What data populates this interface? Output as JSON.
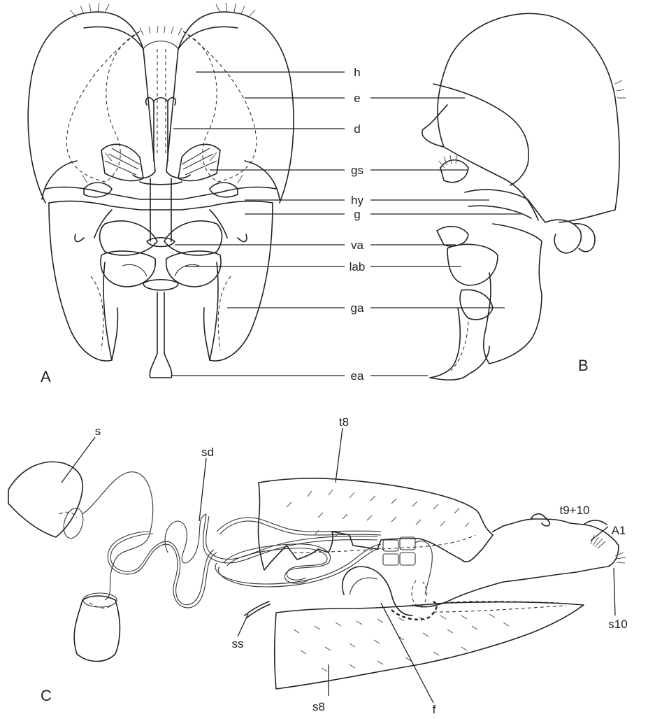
{
  "panels": {
    "a": "A",
    "b": "B",
    "c": "C"
  },
  "labels_ab": {
    "h": "h",
    "e": "e",
    "d": "d",
    "gs": "gs",
    "hy": "hy",
    "g": "g",
    "va": "va",
    "lab": "lab",
    "ga": "ga",
    "ea": "ea"
  },
  "labels_c": {
    "s": "s",
    "sd": "sd",
    "t8": "t8",
    "t9_10": "t9+10",
    "a1": "A1",
    "s10": "s10",
    "ss": "ss",
    "s8": "s8",
    "f": "f"
  }
}
